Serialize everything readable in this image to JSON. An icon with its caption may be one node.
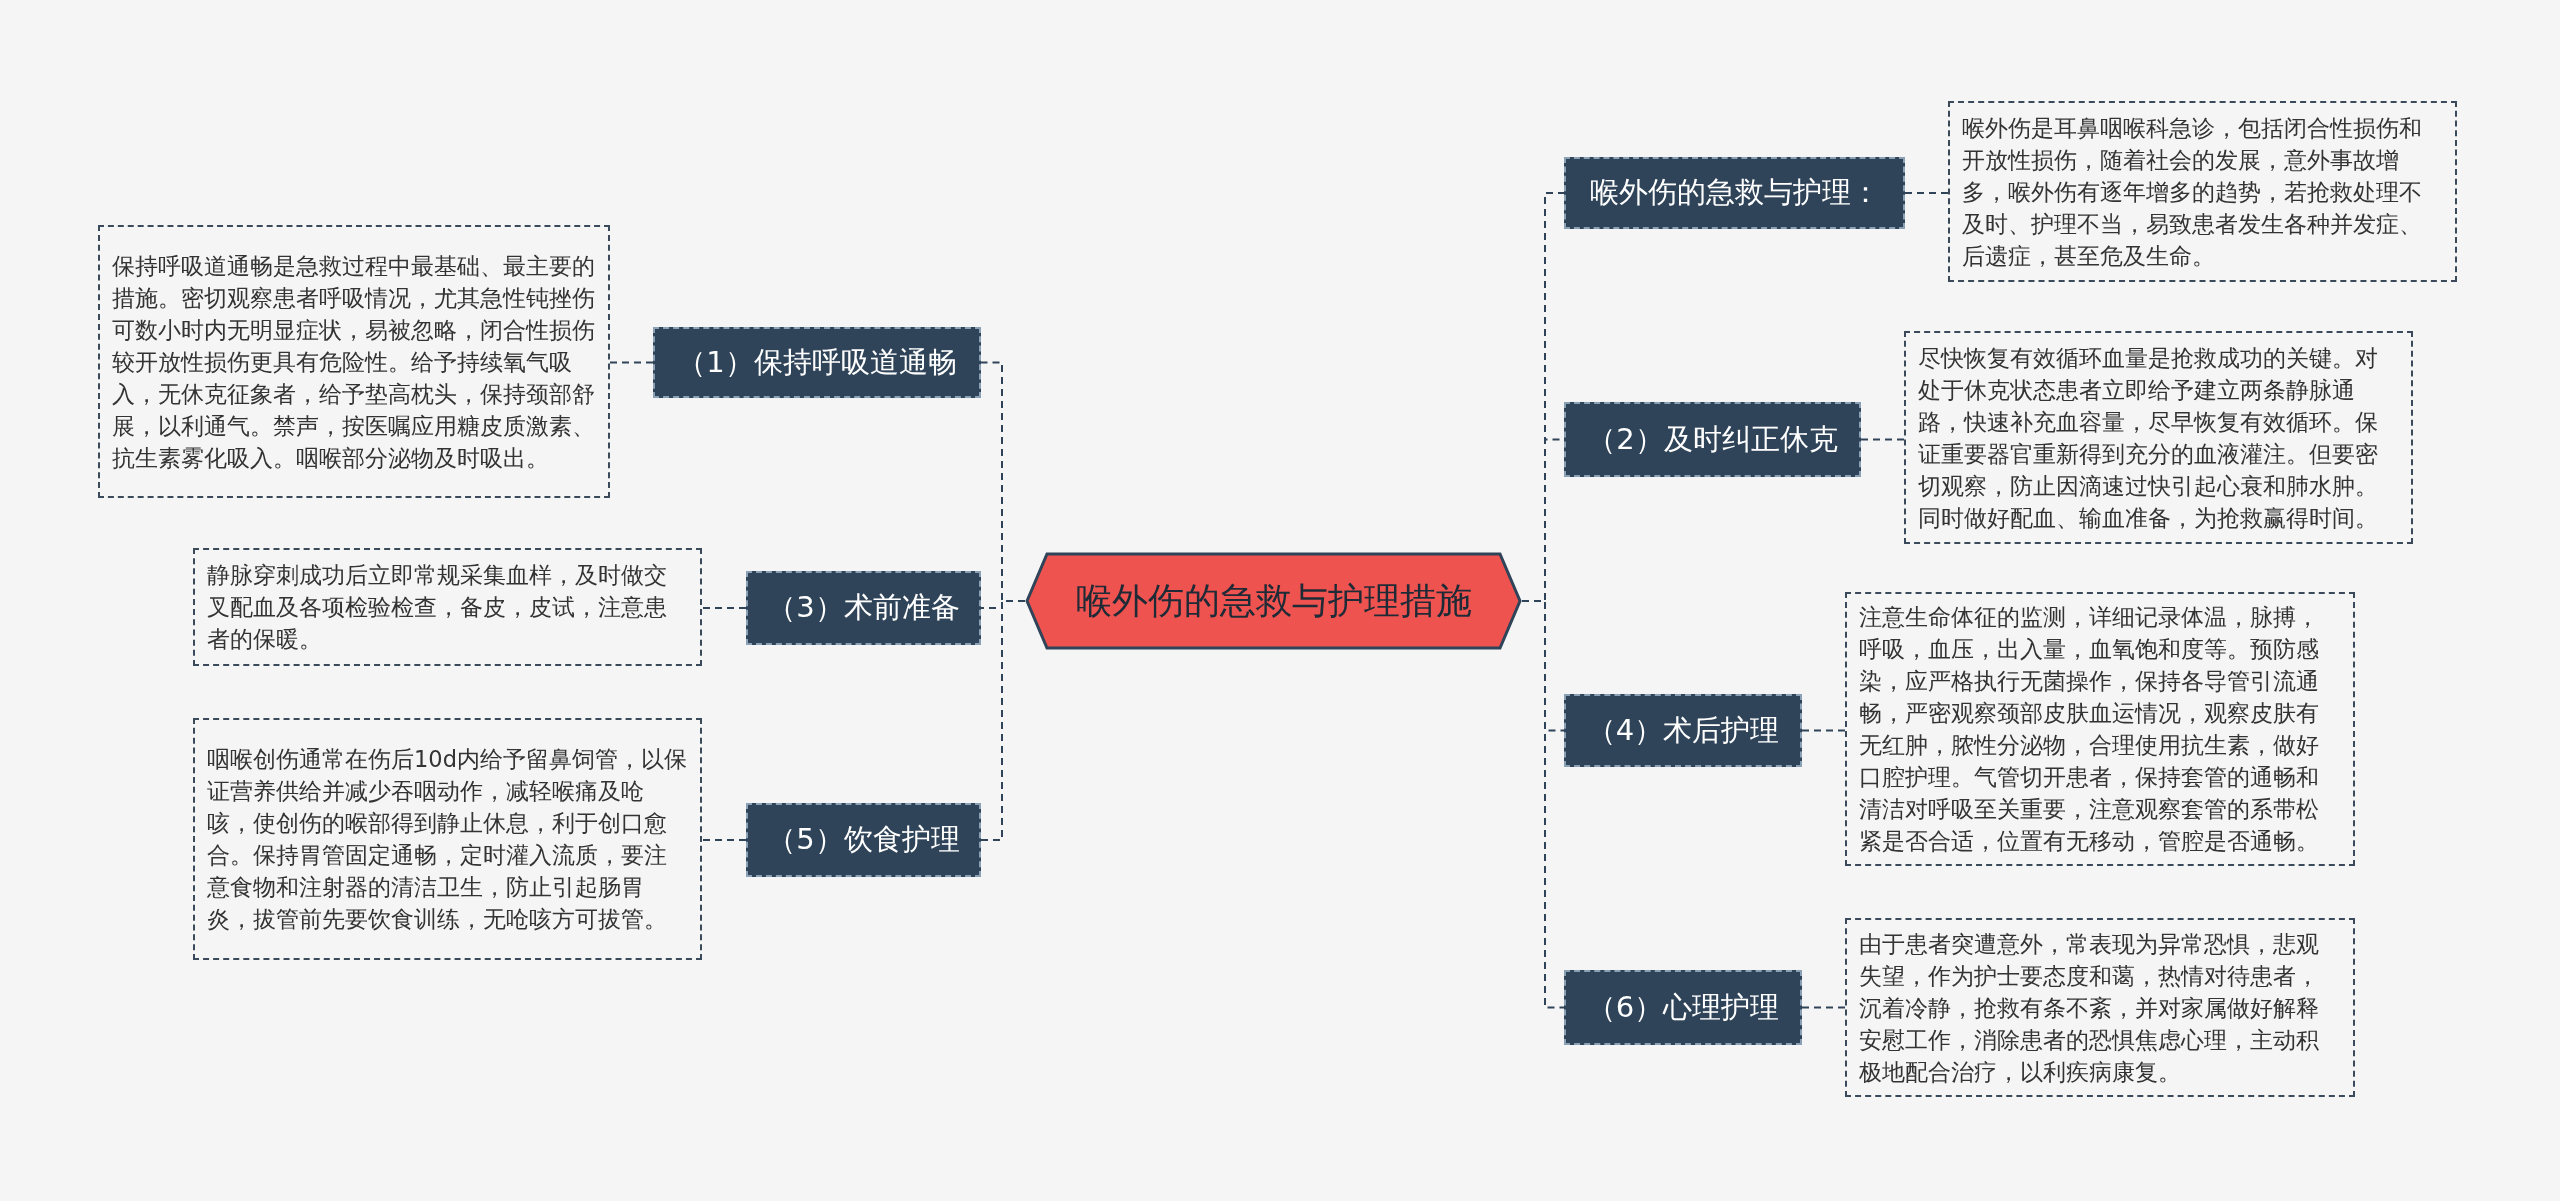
{
  "diagram": {
    "nodes": [
      {
        "text": [
          "喉外伤的急救与护理措施"
        ]
      },
      {
        "text": [
          "（1）保持呼吸道通畅"
        ]
      },
      {
        "text": [
          "保持呼吸道通畅是急救过程中最基础、最主要的措施。密切观察患者呼吸情况，尤其急性钝挫伤可数小时内无明显症状，易被忽略，闭合性损伤较开放性损伤更具有危险性。给予持续氧气吸入，无休克征象者，给予垫高枕头，保持颈部舒展，以利通气。禁声，按医嘱应用糖皮质激素、抗生素雾化吸入。咽喉部分泌物及时吸出。"
        ]
      },
      {
        "text": [
          "（3）术前准备"
        ]
      },
      {
        "text": [
          "静脉穿刺成功后立即常规采集血样，及时做交叉配血及各项检验检查，备皮，皮试，注意患者的保暖。"
        ]
      },
      {
        "text": [
          "（5）饮食护理"
        ]
      },
      {
        "text": [
          "咽喉创伤通常在伤后10d内给予留鼻饲管，以保证营养供给并减少吞咽动作，减轻喉痛及呛咳，使创伤的喉部得到静止休息，利于创口愈合。保持胃管固定通畅，定时灌入流质，要注意食物和注射器的清洁卫生，防止引起肠胃炎，拔管前先要饮食训练，无呛咳方可拔管。"
        ]
      },
      {
        "text": [
          "喉外伤的急救与护理："
        ]
      },
      {
        "text": [
          "喉外伤是耳鼻咽喉科急诊，包括闭合性损伤和开放性损伤，随着社会的发展，意外事故增多，喉外伤有逐年增多的趋势，若抢救处理不及时、护理不当，易致患者发生各种并发症、后遗症，甚至危及生命。"
        ]
      },
      {
        "text": [
          "（2）及时纠正休克"
        ]
      },
      {
        "text": [
          "尽快恢复有效循环血量是抢救成功的关键。对处于休克状态患者立即给予建立两条静脉通路，快速补充血容量，尽早恢复有效循环。保证重要器官重新得到充分的血液灌注。但要密切观察，防止因滴速过快引起心衰和肺水肿。同时做好配血、输血准备，为抢救赢得时间。"
        ]
      },
      {
        "text": [
          "（4）术后护理"
        ]
      },
      {
        "text": [
          "注意生命体征的监测，详细记录体温，脉搏，呼吸，血压，出入量，血氧饱和度等。预防感染，应严格执行无菌操作，保持各导管引流通畅，严密观察颈部皮肤血运情况，观察皮肤有无红肿，脓性分泌物，合理使用抗生素，做好口腔护理。气管切开患者，保持套管的通畅和清洁对呼吸至关重要，注意观察套管的系带松紧是否合适，位置有无移动，管腔是否通畅。"
        ]
      },
      {
        "text": [
          "（6）心理护理"
        ]
      },
      {
        "text": [
          "由于患者突遭意外，常表现为异常恐惧，悲观失望，作为护士要态度和蔼，热情对待患者，沉着冷静，抢救有条不紊，并对家属做好解释安慰工作，消除患者的恐惧焦虑心理，主动积极地配合治疗，以利疾病康复。"
        ]
      }
    ],
    "edges": [
      {
        "from": 0,
        "to": 1,
        "arrow": "none"
      },
      {
        "from": 1,
        "to": 2,
        "arrow": "none"
      },
      {
        "from": 0,
        "to": 3,
        "arrow": "none"
      },
      {
        "from": 3,
        "to": 4,
        "arrow": "none"
      },
      {
        "from": 0,
        "to": 5,
        "arrow": "none"
      },
      {
        "from": 5,
        "to": 6,
        "arrow": "none"
      },
      {
        "from": 0,
        "to": 7,
        "arrow": "none"
      },
      {
        "from": 7,
        "to": 8,
        "arrow": "none"
      },
      {
        "from": 0,
        "to": 9,
        "arrow": "none"
      },
      {
        "from": 9,
        "to": 10,
        "arrow": "none"
      },
      {
        "from": 0,
        "to": 11,
        "arrow": "none"
      },
      {
        "from": 11,
        "to": 12,
        "arrow": "none"
      },
      {
        "from": 0,
        "to": 13,
        "arrow": "none"
      },
      {
        "from": 13,
        "to": 14,
        "arrow": "none"
      }
    ]
  }
}
